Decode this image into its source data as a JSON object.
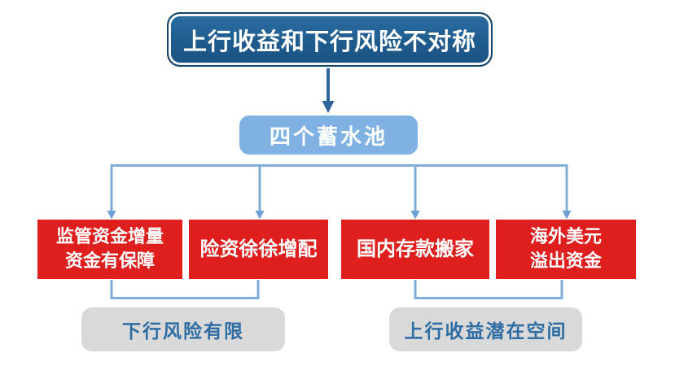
{
  "diagram": {
    "root": {
      "label": "上行收益和下行风险不对称"
    },
    "hub": {
      "label": "四个蓄水池"
    },
    "branches": [
      {
        "lines": [
          "监管资金增量",
          "资金有保障"
        ]
      },
      {
        "lines": [
          "险资徐徐增配"
        ]
      },
      {
        "lines": [
          "国内存款搬家"
        ]
      },
      {
        "lines": [
          "海外美元",
          "溢出资金"
        ]
      }
    ],
    "outcomes": [
      {
        "label": "下行风险有限"
      },
      {
        "label": "上行收益潜在空间"
      }
    ],
    "colors": {
      "root_fill": "#1F5C8E",
      "root_fill_light": "#2C6EA3",
      "root_border": "#16456B",
      "hub_fill": "#7FB2E3",
      "branch_fill": "#DF1E1E",
      "outcome_fill": "#D9D9D9",
      "outcome_text": "#2E6DA4",
      "connector": "#7FACD9",
      "connector_arrowhead": "#6FA0D6",
      "arrow": "#2E639C",
      "text_on_dark": "#FFFFFF"
    }
  }
}
